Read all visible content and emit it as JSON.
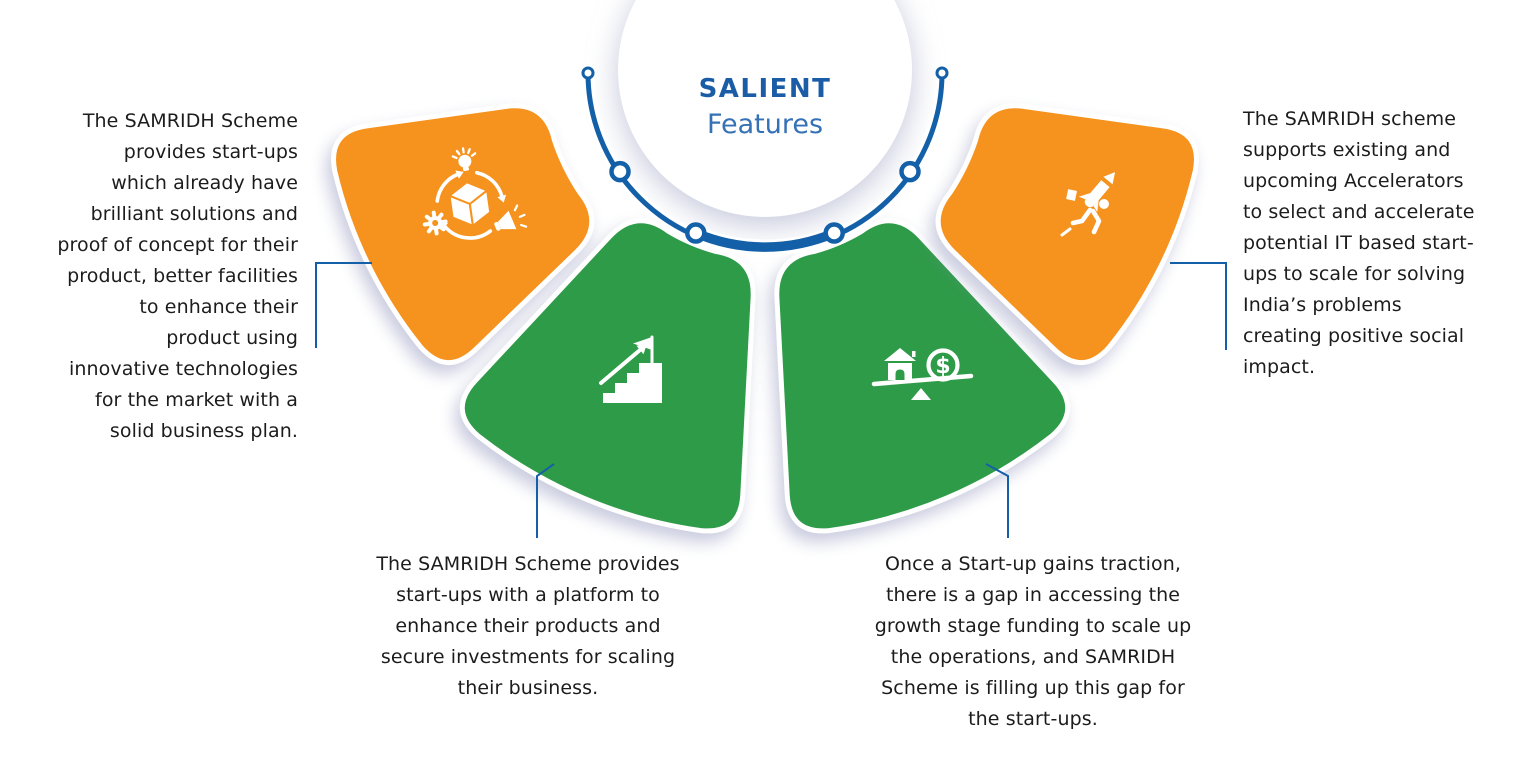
{
  "title": {
    "primary": "SALIENT",
    "secondary": "Features"
  },
  "colors": {
    "orange": "#F6921E",
    "green": "#2E9B48",
    "blue": "#1460A8",
    "title_primary": "#1A5CA6",
    "title_secondary": "#3571B5",
    "body_text": "#1C1C1C"
  },
  "features": [
    {
      "name": "product-enhancement",
      "icon": "product-innovation-icon",
      "card_color": "orange",
      "position": "left",
      "description": "The SAMRIDH Scheme\nprovides start-ups\nwhich already have\nbrilliant solutions and\nproof of concept for their\nproduct, better facilities\nto enhance their\nproduct using\ninnovative technologies\nfor the market with a\nsolid business plan."
    },
    {
      "name": "platform-investments",
      "icon": "growth-stairs-icon",
      "card_color": "green",
      "position": "bottom-left",
      "description": "The SAMRIDH Scheme provides\nstart-ups with a platform to\nenhance their products and\nsecure investments for scaling\ntheir business."
    },
    {
      "name": "funding-gap",
      "icon": "funding-balance-icon",
      "card_color": "green",
      "position": "bottom-right",
      "icon_text": "$",
      "description": "Once a Start-up gains traction,\nthere is a gap in accessing the\ngrowth stage funding to scale up\nthe operations, and SAMRIDH\nScheme is filling up this gap for\nthe start-ups."
    },
    {
      "name": "accelerators",
      "icon": "rocket-runner-icon",
      "card_color": "orange",
      "position": "right",
      "description": "The SAMRIDH scheme\nsupports existing and\nupcoming Accelerators\nto select and accelerate\npotential IT based start-\nups to scale for solving\nIndia’s problems\ncreating positive social\nimpact."
    }
  ]
}
